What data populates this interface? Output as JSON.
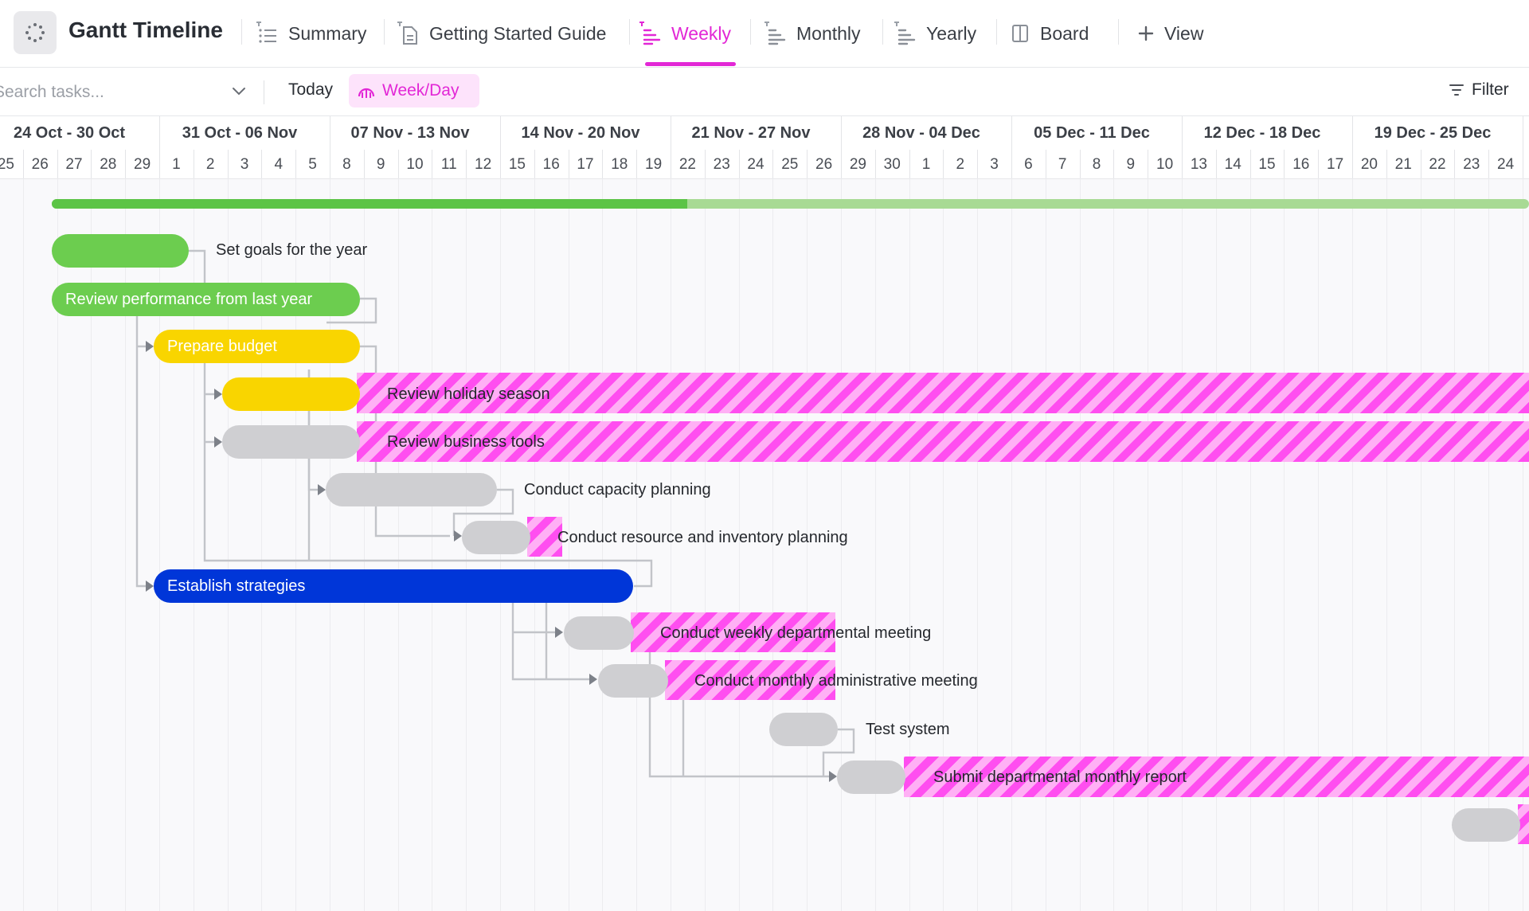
{
  "header": {
    "title": "Gantt Timeline",
    "tabs": [
      {
        "label": "Summary",
        "icon": "list-icon"
      },
      {
        "label": "Getting Started Guide",
        "icon": "document-icon"
      },
      {
        "label": "Weekly",
        "icon": "gantt-icon",
        "active": true
      },
      {
        "label": "Monthly",
        "icon": "gantt-icon"
      },
      {
        "label": "Yearly",
        "icon": "gantt-icon"
      },
      {
        "label": "Board",
        "icon": "board-icon"
      }
    ],
    "add_view": "View"
  },
  "toolbar": {
    "search_placeholder": "Search tasks...",
    "today": "Today",
    "week_day": "Week/Day",
    "filter": "Filter"
  },
  "timeline": {
    "weeks": [
      "24 Oct - 30 Oct",
      "31 Oct - 06 Nov",
      "07 Nov - 13 Nov",
      "14 Nov - 20 Nov",
      "21 Nov - 27 Nov",
      "28 Nov - 04 Dec",
      "05 Dec - 11 Dec",
      "12 Dec - 18 Dec",
      "19 Dec - 25 Dec"
    ],
    "days": [
      "25",
      "26",
      "27",
      "28",
      "29",
      "1",
      "2",
      "3",
      "4",
      "5",
      "8",
      "9",
      "10",
      "11",
      "12",
      "15",
      "16",
      "17",
      "18",
      "19",
      "22",
      "23",
      "24",
      "25",
      "26",
      "29",
      "30",
      "1",
      "2",
      "3",
      "6",
      "7",
      "8",
      "9",
      "10",
      "13",
      "14",
      "15",
      "16",
      "17",
      "20",
      "21",
      "22",
      "23",
      "24"
    ]
  },
  "overall_progress": 0.43,
  "tasks": [
    {
      "name": "Set goals for the year",
      "color": "#6ccd4f"
    },
    {
      "name": "Review performance from last year",
      "color": "#6ccd4f"
    },
    {
      "name": "Prepare budget",
      "color": "#f9d500"
    },
    {
      "name": "Review holiday season",
      "color": "#f9d500"
    },
    {
      "name": "Review business tools",
      "color": "#cfcfd2"
    },
    {
      "name": "Conduct capacity planning",
      "color": "#cfcfd2"
    },
    {
      "name": "Conduct resource and inventory planning",
      "color": "#cfcfd2"
    },
    {
      "name": "Establish strategies",
      "color": "#0036d8"
    },
    {
      "name": "Conduct weekly departmental meeting",
      "color": "#cfcfd2"
    },
    {
      "name": "Conduct monthly administrative meeting",
      "color": "#cfcfd2"
    },
    {
      "name": "Test system",
      "color": "#cfcfd2"
    },
    {
      "name": "Submit departmental monthly report",
      "color": "#cfcfd2"
    }
  ],
  "colors": {
    "accent": "#e227d6",
    "overdue_hatch": "#ff4ef0",
    "progress": "#5cc446"
  }
}
